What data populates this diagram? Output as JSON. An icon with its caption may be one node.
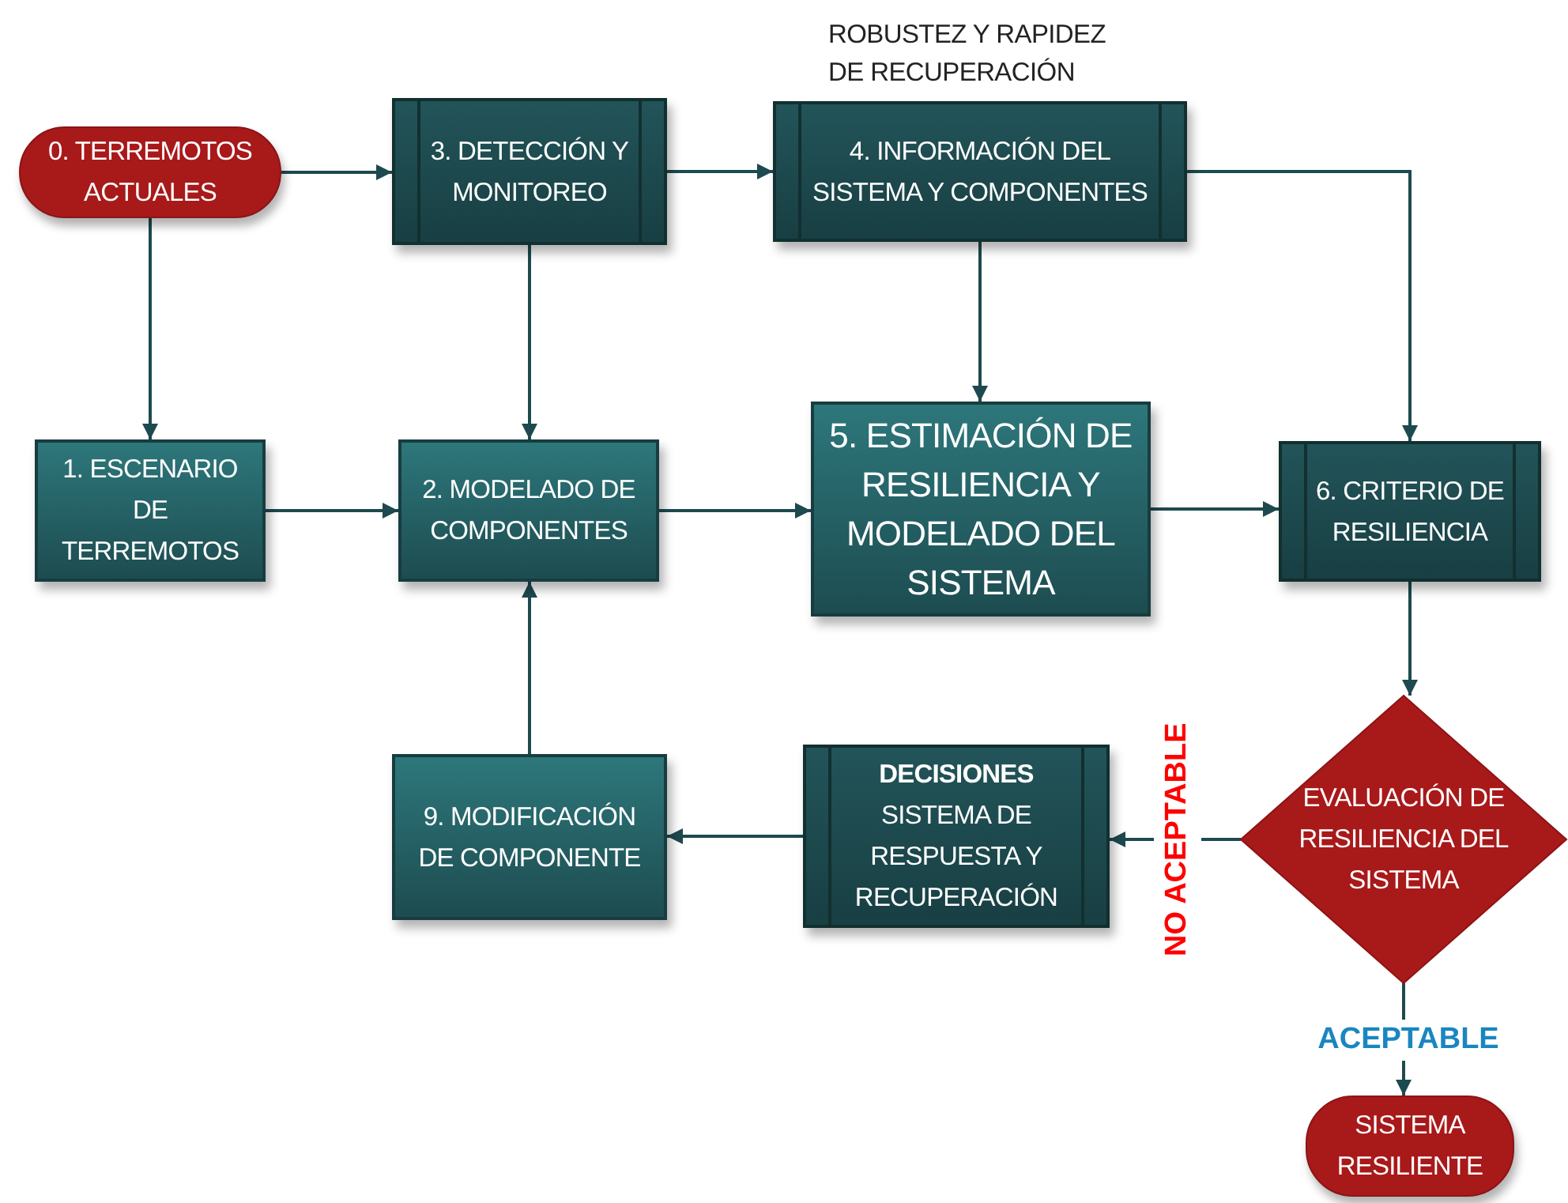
{
  "diagram": {
    "nodes": [
      {
        "text": [
          "0. TERREMOTOS ACTUALES"
        ]
      },
      {
        "text": [
          "1. ESCENARIO DE TERREMOTOS"
        ]
      },
      {
        "text": [
          "2. MODELADO DE COMPONENTES"
        ]
      },
      {
        "text": [
          "3. DETECCIÓN Y MONITOREO"
        ]
      },
      {
        "text": [
          "4. INFORMACIÓN DEL SISTEMA Y COMPONENTES"
        ],
        "beside": [
          "ROBUSTEZ Y RAPIDEZ DE RECUPERACIÓN"
        ]
      },
      {
        "text": [
          "5. ESTIMACIÓN DE RESILIENCIA Y MODELADO DEL SISTEMA"
        ]
      },
      {
        "text": [
          "6. CRITERIO DE RESILIENCIA"
        ]
      },
      {
        "text": [
          "EVALUACIÓN DE RESILIENCIA DEL SISTEMA"
        ]
      },
      {
        "text": [
          "DECISIONES",
          "SISTEMA DE RESPUESTA Y RECUPERACIÓN"
        ]
      },
      {
        "text": [
          "9. MODIFICACIÓN DE COMPONENTE"
        ]
      },
      {
        "text": [
          "SISTEMA RESILIENTE"
        ]
      }
    ],
    "edges": [
      {
        "from": 0,
        "to": 3,
        "arrow": "to"
      },
      {
        "from": 0,
        "to": 1,
        "arrow": "to"
      },
      {
        "from": 3,
        "to": 4,
        "arrow": "to"
      },
      {
        "from": 3,
        "to": 2,
        "arrow": "to"
      },
      {
        "from": 1,
        "to": 2,
        "arrow": "to"
      },
      {
        "from": 2,
        "to": 5,
        "arrow": "to"
      },
      {
        "from": 4,
        "to": 5,
        "arrow": "to"
      },
      {
        "from": 4,
        "to": 6,
        "arrow": "to"
      },
      {
        "from": 5,
        "to": 6,
        "arrow": "to"
      },
      {
        "from": 6,
        "to": 7,
        "arrow": "to"
      },
      {
        "from": 7,
        "to": 8,
        "arrow": "to",
        "label": "NO ACEPTABLE"
      },
      {
        "from": 8,
        "to": 9,
        "arrow": "to"
      },
      {
        "from": 9,
        "to": 2,
        "arrow": "to"
      },
      {
        "from": 7,
        "to": 10,
        "arrow": "to",
        "label": "ACEPTABLE"
      }
    ]
  }
}
